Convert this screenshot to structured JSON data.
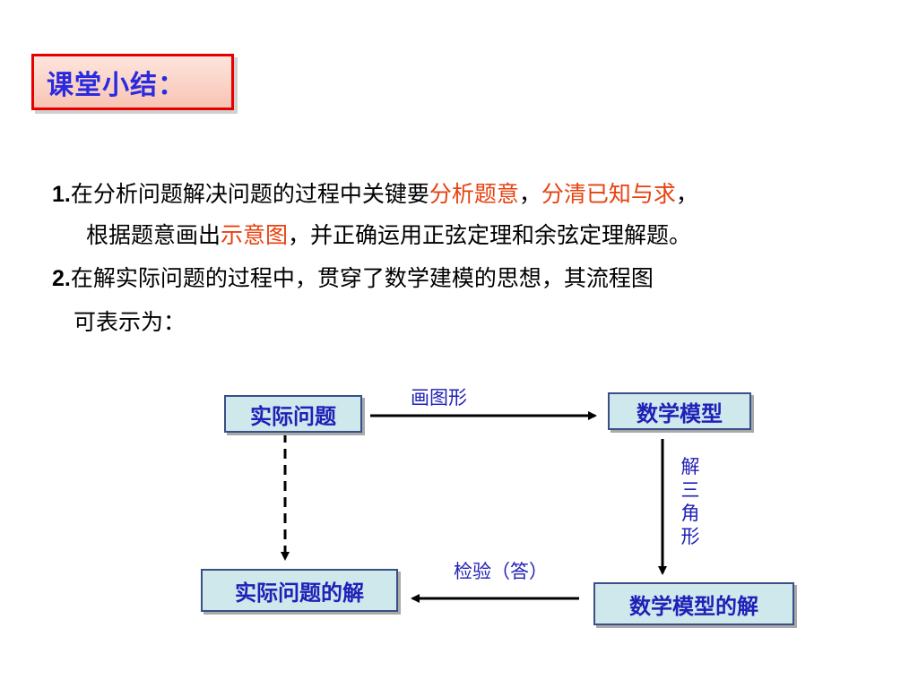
{
  "title": "课堂小结：",
  "points": [
    {
      "line1": {
        "number": "1.",
        "text_a": "在分析问题解决问题的过程中关键要",
        "highlight_a": "分析题意",
        "sep": "，",
        "highlight_b": "分清已知与求",
        "text_b": "，"
      },
      "line2": {
        "text_a": "根据题意画出",
        "highlight": "示意图",
        "text_b": "，并正确运用正弦定理和余弦定理解题。"
      }
    },
    {
      "line1": {
        "number": "2.",
        "text": "在解实际问题的过程中，贯穿了数学建模的思想，其流程图"
      },
      "line2": {
        "text": "可表示为："
      }
    }
  ],
  "flowchart": {
    "nodes": {
      "actual_problem": "实际问题",
      "math_model": "数学模型",
      "actual_solution": "实际问题的解",
      "model_solution": "数学模型的解"
    },
    "edges": {
      "draw_figure": "画图形",
      "solve_triangle": "解三角形",
      "verify_answer": "检验（答）"
    }
  },
  "colors": {
    "title_text": "#2a2ae0",
    "title_border": "#e60000",
    "highlight": "#e8410f",
    "node_fill": "#cfe8ec",
    "node_text": "#2020b8"
  }
}
